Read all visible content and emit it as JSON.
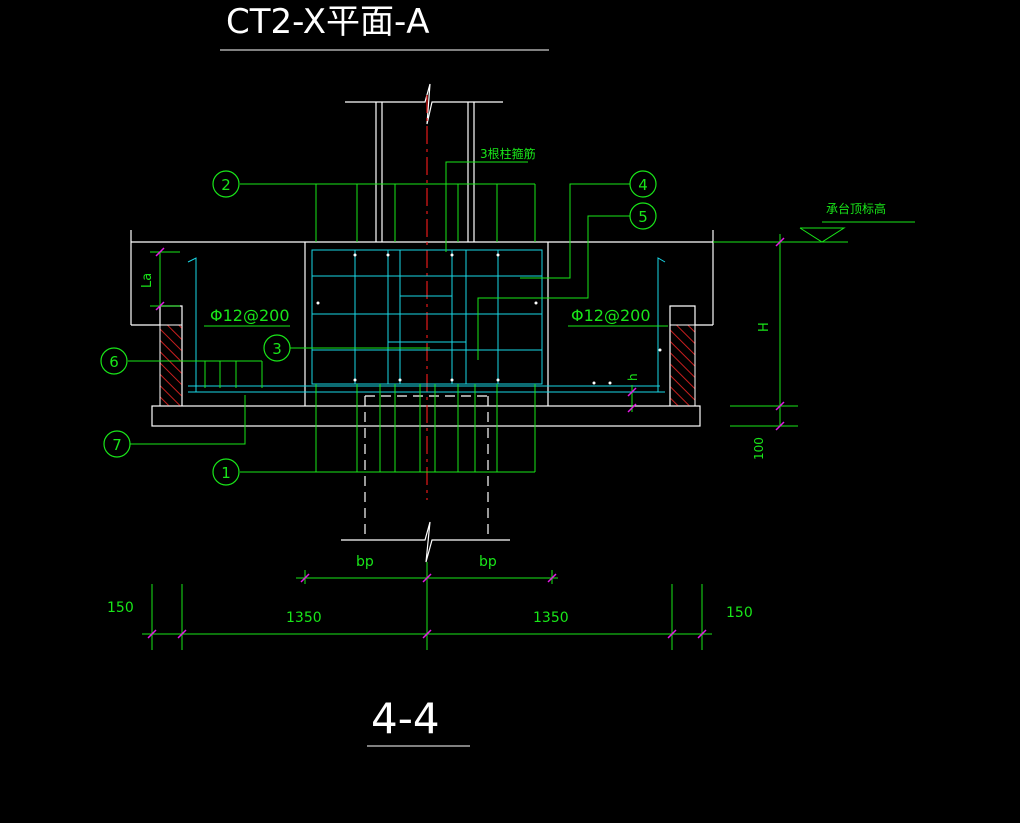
{
  "drawing": {
    "title": "CT2-X平面-A",
    "section_label": "4-4",
    "column_rebar_note": "3根柱箍筋",
    "elevation_note": "承台顶标高",
    "rebar_left": "Φ12@200",
    "rebar_right": "Φ12@200",
    "anchor_label": "La",
    "height_label": "H",
    "cover_label": "h",
    "pad_label": "100",
    "bp_left": "bp",
    "bp_right": "bp",
    "dims": {
      "left_edge": "150",
      "left_half": "1350",
      "right_half": "1350",
      "right_edge": "150"
    },
    "markers": [
      "1",
      "2",
      "3",
      "4",
      "5",
      "6",
      "7"
    ]
  },
  "colors": {
    "background": "#000000",
    "outline": "#ffffff",
    "leader": "#19e619",
    "rebar": "#19d7e6",
    "centerline": "#e61919",
    "dimension_tick": "#e619e6",
    "hatch": "#c81e1e"
  }
}
